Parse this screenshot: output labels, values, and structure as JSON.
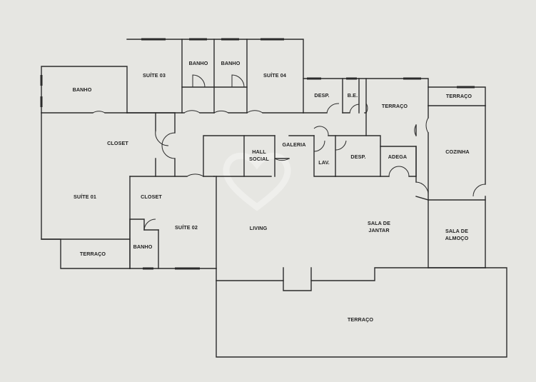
{
  "plan": {
    "rooms": {
      "banho_master": "BANHO",
      "suite_03": "SUÍTE 03",
      "banho_a": "BANHO",
      "banho_b": "BANHO",
      "suite_04": "SUÍTE 04",
      "desp_top": "DESP.",
      "be": "B.E.",
      "terraco_service": "TERRAÇO",
      "terraco_kitchen": "TERRAÇO",
      "closet_master": "CLOSET",
      "suite_01": "SUÍTE 01",
      "hall_social_1": "HALL",
      "hall_social_2": "SOCIAL",
      "galeria": "GALERIA",
      "lav": "LAV.",
      "desp_mid": "DESP.",
      "adega": "ADEGA",
      "cozinha": "COZINHA",
      "closet_02": "CLOSET",
      "suite_02": "SUÍTE 02",
      "banho_02": "BANHO",
      "terraco_suite01": "TERRAÇO",
      "living": "LIVING",
      "sala_jantar_1": "SALA DE",
      "sala_jantar_2": "JANTAR",
      "sala_almoco_1": "SALA DE",
      "sala_almoco_2": "ALMOÇO",
      "terraco_main": "TERRAÇO"
    },
    "colors": {
      "background": "#e6e6e2",
      "walls": "#2b2b2b",
      "labels": "#222222"
    }
  }
}
